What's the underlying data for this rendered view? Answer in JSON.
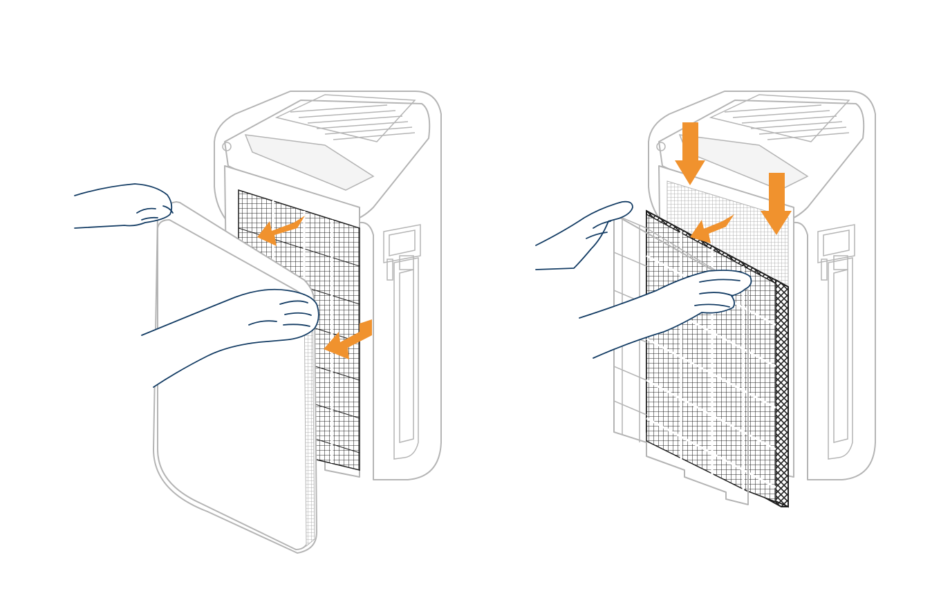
{
  "colors": {
    "accent": "#f0922e",
    "outline": "#123b63",
    "device_outline": "#b4b4b4",
    "mesh": "#1e1e1e"
  },
  "scenes": [
    {
      "name": "remove-front-cover",
      "arrows": [
        "arrow-pull-out-top",
        "arrow-pull-out-bottom"
      ]
    },
    {
      "name": "remove-filters",
      "arrows": [
        "arrow-down-left",
        "arrow-down-right",
        "arrow-pull-out-filter"
      ]
    }
  ]
}
